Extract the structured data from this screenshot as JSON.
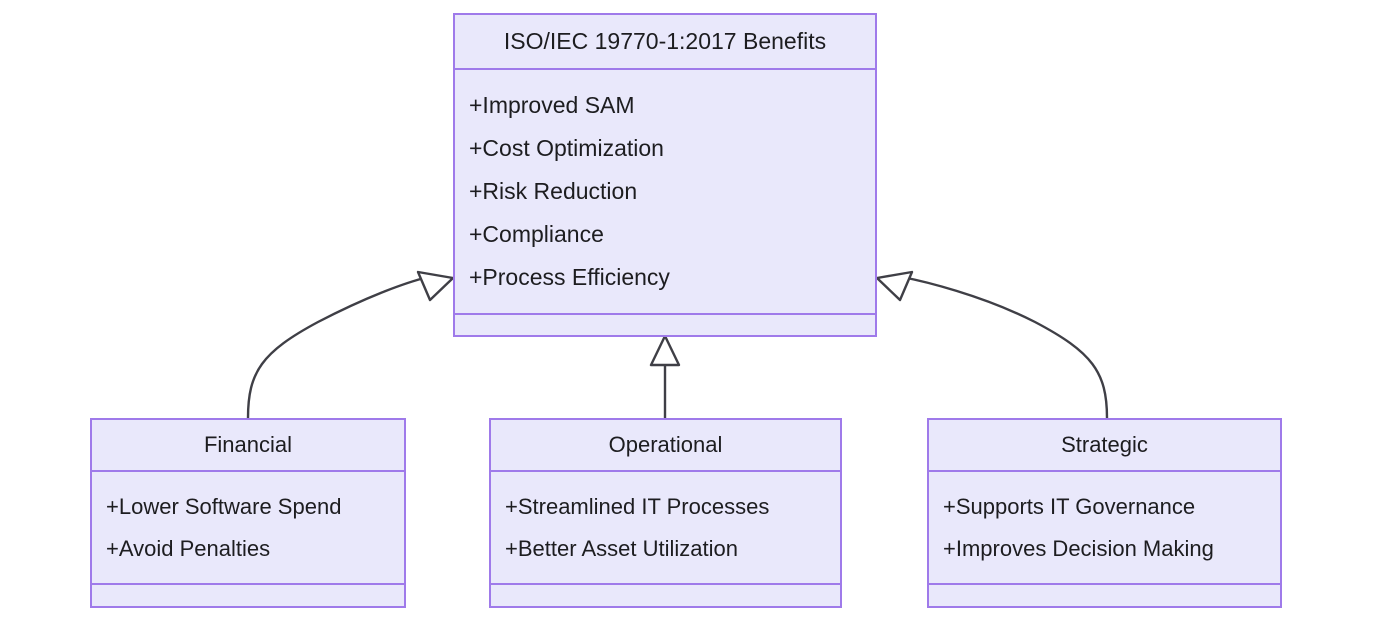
{
  "diagram": {
    "type": "uml-class-diagram",
    "relationship": "generalization",
    "colors": {
      "box_fill": "#e9e8fb",
      "box_border": "#9f7aea",
      "connector": "#3f3f46",
      "text": "#1d1d20",
      "background": "#ffffff"
    },
    "parent": {
      "name": "ISO/IEC 19770-1:2017 Benefits",
      "attributes": [
        "+Improved SAM",
        "+Cost Optimization",
        "+Risk Reduction",
        "+Compliance",
        "+Process Efficiency"
      ],
      "methods": []
    },
    "children": [
      {
        "name": "Financial",
        "attributes": [
          "+Lower Software Spend",
          "+Avoid Penalties"
        ],
        "methods": []
      },
      {
        "name": "Operational",
        "attributes": [
          "+Streamlined IT Processes",
          "+Better Asset Utilization"
        ],
        "methods": []
      },
      {
        "name": "Strategic",
        "attributes": [
          "+Supports IT Governance",
          "+Improves Decision Making"
        ],
        "methods": []
      }
    ],
    "connectors": [
      {
        "from": "Financial",
        "to": "ISO/IEC 19770-1:2017 Benefits",
        "arrow": "hollow-triangle",
        "style": "curved"
      },
      {
        "from": "Operational",
        "to": "ISO/IEC 19770-1:2017 Benefits",
        "arrow": "hollow-triangle",
        "style": "straight"
      },
      {
        "from": "Strategic",
        "to": "ISO/IEC 19770-1:2017 Benefits",
        "arrow": "hollow-triangle",
        "style": "curved"
      }
    ]
  }
}
